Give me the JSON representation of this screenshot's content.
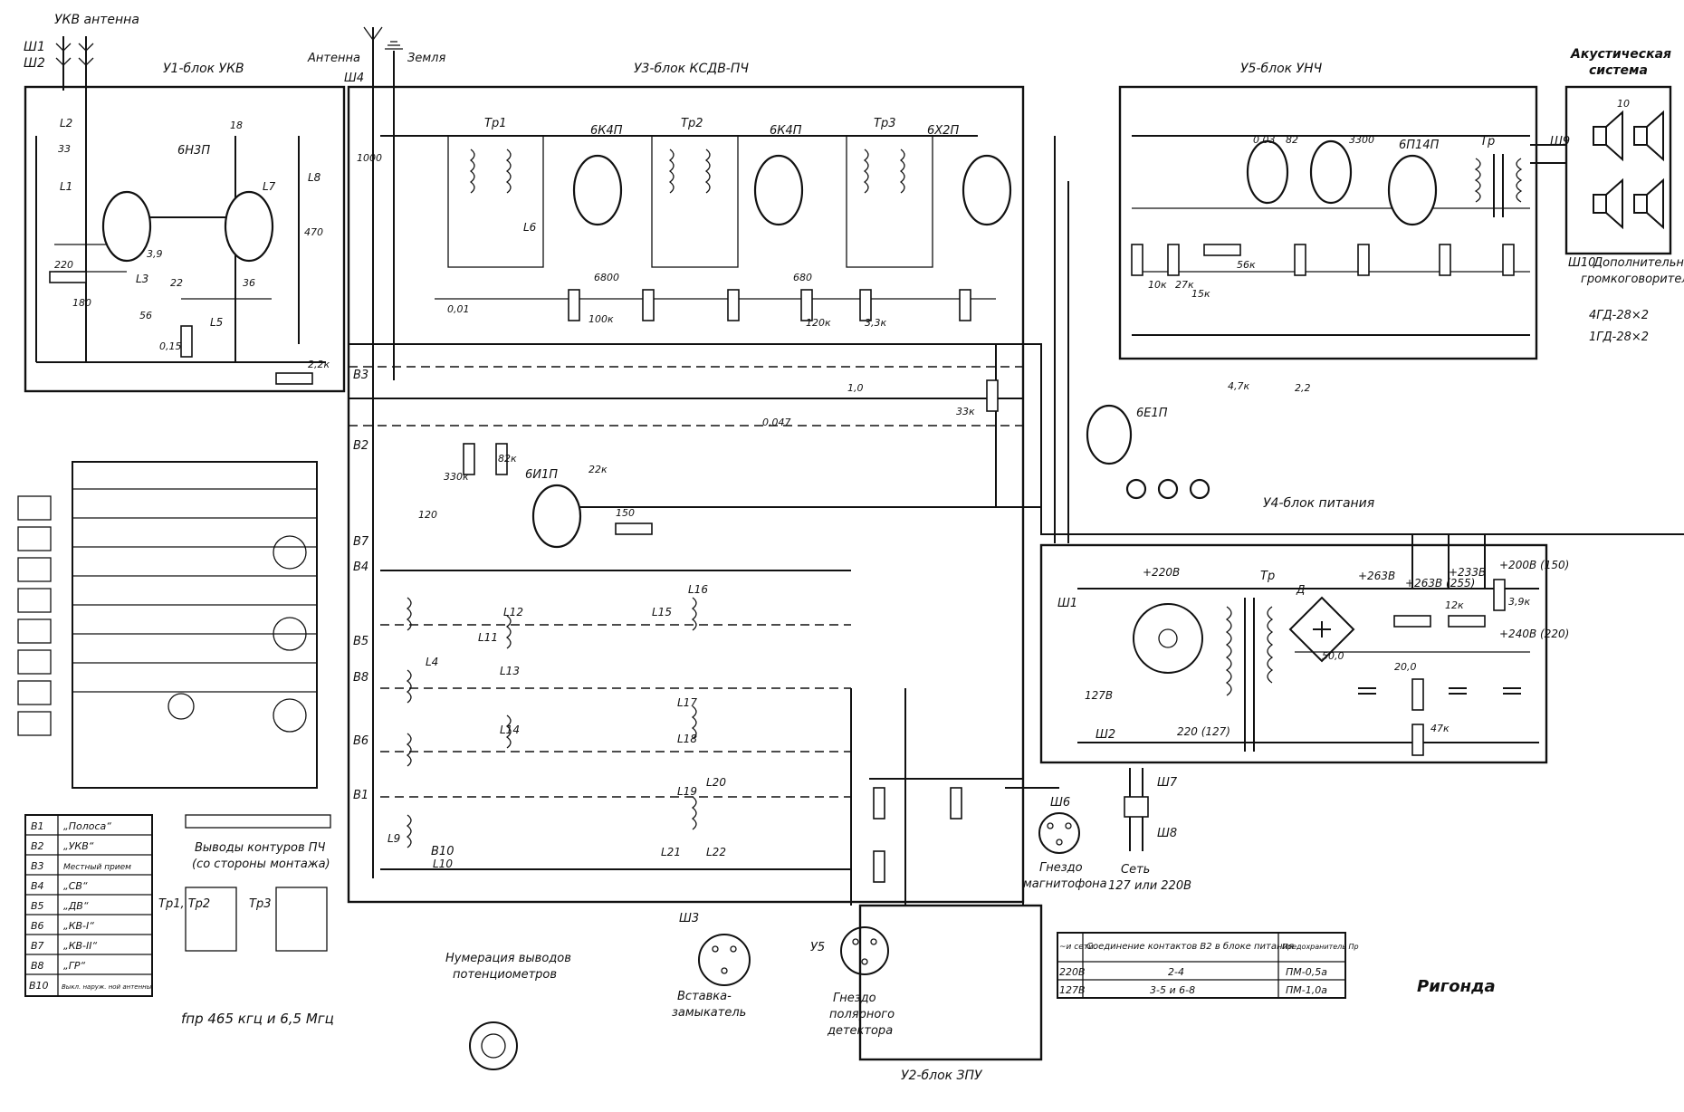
{
  "blocks": {
    "u1": "У1-блок УКВ",
    "u2": "У2-блок ЗПУ",
    "u3": "У3-блок КСДВ-ПЧ",
    "u4": "У4-блок питания",
    "u5": "У5-блок УНЧ"
  },
  "top_labels": {
    "ukv_antenna": "УКВ антенна",
    "sh1": "Ш1",
    "sh2": "Ш2",
    "antenna": "Антенна",
    "ground": "Земля",
    "sh4": "Ш4",
    "acoustic_line1": "Акустическая",
    "acoustic_line2": "система",
    "sh9": "Ш9",
    "sh10": "Ш10",
    "extra_speaker_line1": "Дополнительный",
    "extra_speaker_line2": "громкоговоритель",
    "speakers_line1": "4ГД-28×2",
    "speakers_line2": "1ГД-28×2"
  },
  "tubes": [
    "6Н3П",
    "6К4П",
    "6К4П",
    "6Х2П",
    "6П14П",
    "6Е1П",
    "6И1П"
  ],
  "transformers": [
    "Тр1",
    "Тр2",
    "Тр3",
    "Тр"
  ],
  "component_values": [
    "33",
    "18",
    "470",
    "220",
    "180",
    "0,15",
    "56",
    "22",
    "36",
    "3,9",
    "1000",
    "2,2к",
    "330к",
    "82к",
    "22к",
    "120",
    "150",
    "6800",
    "0,01",
    "100к",
    "120к",
    "3,3к",
    "680",
    "0,047",
    "1,0",
    "33к",
    "10к",
    "27к",
    "15к",
    "56к",
    "2,2",
    "4,7к",
    "3300",
    "82",
    "0,03",
    "50,0",
    "20,0",
    "12к",
    "3,9к",
    "47к",
    "10"
  ],
  "coil_labels": [
    "L1",
    "L2",
    "L3",
    "L4",
    "L5",
    "L6",
    "L7",
    "L8",
    "L9",
    "L10",
    "L11",
    "L12",
    "L13",
    "L14",
    "L15",
    "L16",
    "L17",
    "L18",
    "L19",
    "L20",
    "L21",
    "L22"
  ],
  "switch_labels": [
    "В1",
    "В2",
    "В3",
    "В4",
    "В5",
    "В6",
    "В7",
    "В8",
    "В10"
  ],
  "voltages": [
    "+220В",
    "+263В",
    "+263В (255)",
    "+233В",
    "+200В (150)",
    "+240В (220)"
  ],
  "power": {
    "sh1": "Ш1",
    "sh2": "Ш2",
    "v127": "127В",
    "v220": "220 (127)",
    "net_line1": "Сеть",
    "net_line2": "127 или 220В",
    "sh7": "Ш7",
    "sh8": "Ш8",
    "d": "Д",
    "tr": "Тр"
  },
  "jacks": {
    "sh6": "Ш6",
    "tape_line1": "Гнездо",
    "tape_line2": "магнитофона",
    "u5": "У5",
    "polar_line1": "Гнездо",
    "polar_line2": "полярного",
    "polar_line3": "детектора",
    "sh3": "Ш3",
    "insert_line1": "Вставка-",
    "insert_line2": "замыкатель"
  },
  "switch_table": {
    "rows": [
      {
        "code": "В1",
        "name": "„Полоса“"
      },
      {
        "code": "В2",
        "name": "„УКВ“"
      },
      {
        "code": "В3",
        "name": "Местный прием"
      },
      {
        "code": "В4",
        "name": "„СВ“"
      },
      {
        "code": "В5",
        "name": "„ДВ“"
      },
      {
        "code": "В6",
        "name": "„КВ-I“"
      },
      {
        "code": "В7",
        "name": "„КВ-II“"
      },
      {
        "code": "В8",
        "name": "„ГР“"
      },
      {
        "code": "В10",
        "name": "Выкл. наруж. ной антенны"
      }
    ]
  },
  "layout_notes": {
    "if_leads_line1": "Выводы контуров ПЧ",
    "if_leads_line2": "(со стороны монтажа)",
    "tr12": "Тр1, Тр2",
    "tr3": "Тр3",
    "pot_line1": "Нумерация выводов",
    "pot_line2": "потенциометров",
    "fpr": "fпр 465 кгц и 6,5 Мгц"
  },
  "fuse_table": {
    "headers": [
      "~и сети",
      "Соединение контактов В2 в блоке питания",
      "Предохранитель Пр"
    ],
    "rows": [
      [
        "220В",
        "2-4",
        "ПМ-0,5а"
      ],
      [
        "127В",
        "3-5 и 6-8",
        "ПМ-1,0а"
      ]
    ]
  },
  "brand": "Ригонда"
}
